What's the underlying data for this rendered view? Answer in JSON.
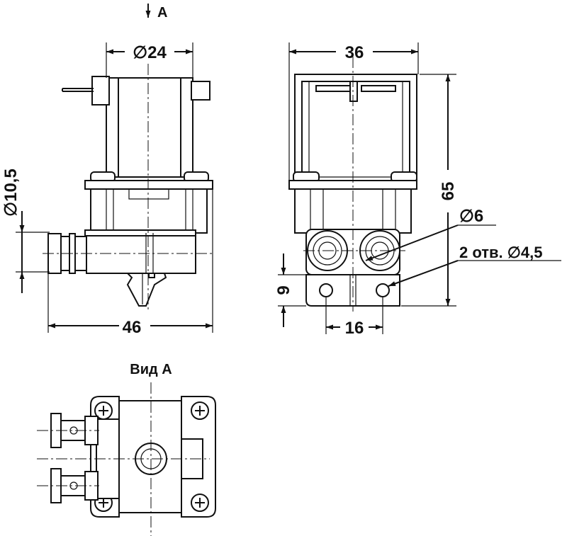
{
  "labels": {
    "view_arrow": "A",
    "dia_24": "∅24",
    "dia_10_5": "∅10,5",
    "len_46": "46",
    "len_36": "36",
    "len_65": "65",
    "dia_6": "∅6",
    "holes": "2 отв. ∅4,5",
    "len_9": "9",
    "len_16": "16",
    "view_title": "Вид А"
  },
  "colors": {
    "line": "#111111",
    "background": "#ffffff"
  }
}
